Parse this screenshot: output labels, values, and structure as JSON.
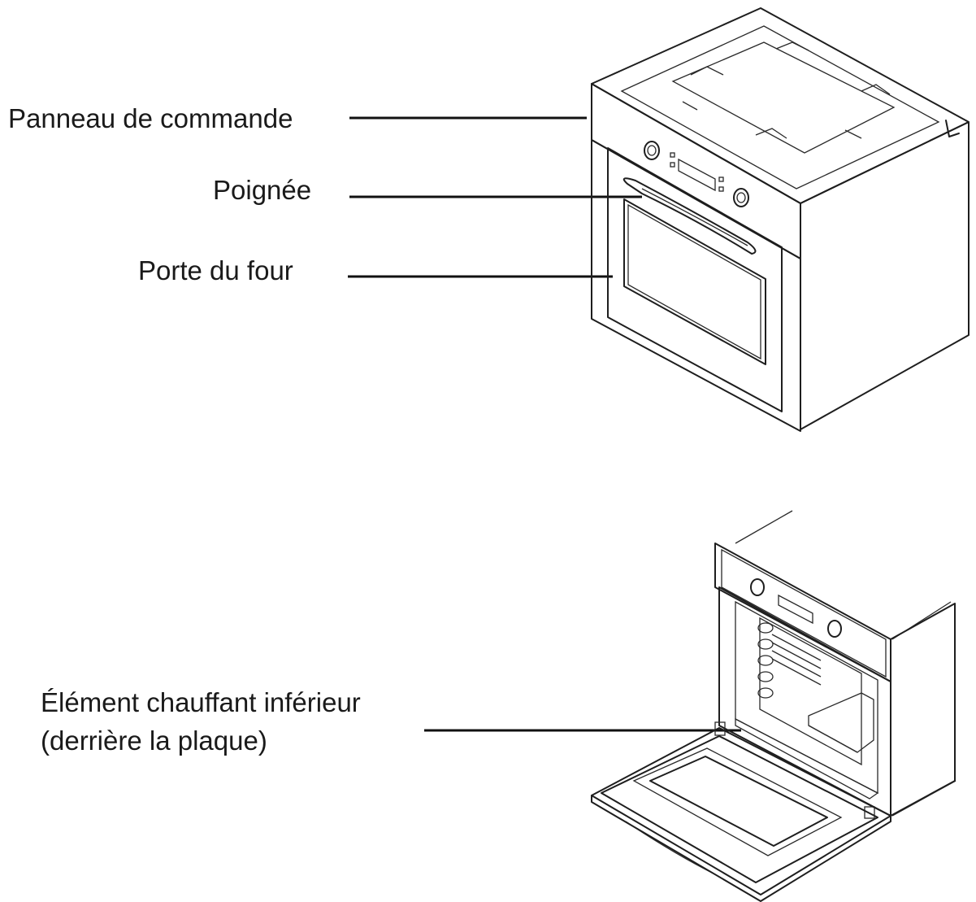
{
  "labels": {
    "control_panel": "Panneau de commande",
    "handle": "Poignée",
    "oven_door": "Porte du four",
    "bottom_element_line1": "Élément chauffant inférieur",
    "bottom_element_line2": "(derrière la plaque)"
  }
}
